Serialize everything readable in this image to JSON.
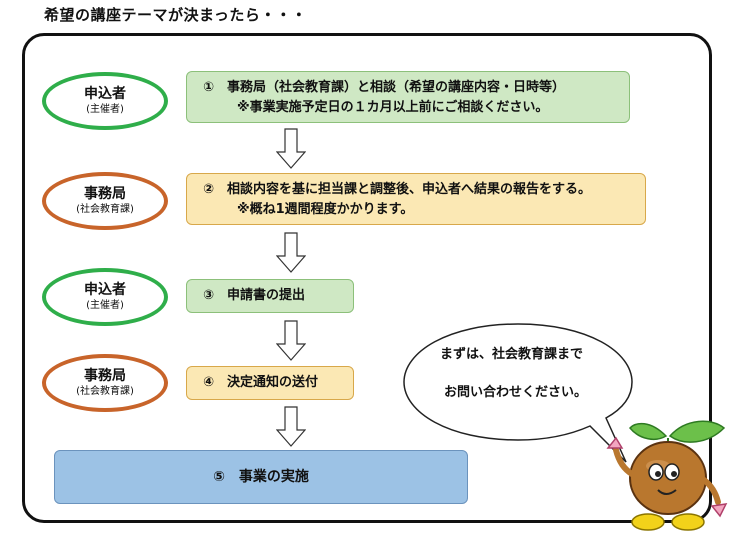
{
  "title": "希望の講座テーマが決まったら・・・",
  "steps": [
    {
      "actor": "申込者",
      "actor_sub": "(主催者)",
      "line1": "①　事務局（社会教育課）と相談（希望の講座内容・日時等）",
      "line2": "※事業実施予定日の１カ月以上前にご相談ください。"
    },
    {
      "actor": "事務局",
      "actor_sub": "(社会教育課)",
      "line1": "②　相談内容を基に担当課と調整後、申込者へ結果の報告をする。",
      "line2": "※概ね1週間程度かかります。"
    },
    {
      "actor": "申込者",
      "actor_sub": "(主催者)",
      "line1": "③　申請書の提出"
    },
    {
      "actor": "事務局",
      "actor_sub": "(社会教育課)",
      "line1": "④　決定通知の送付"
    }
  ],
  "final_step": "⑤　事業の実施",
  "bubble": {
    "line1": "まずは、社会教育課まで",
    "line2": "お問い合わせください。"
  },
  "colors": {
    "green_outline": "#2fae4a",
    "orange_outline": "#c8642a",
    "green_box": "#cfe8c4",
    "orange_box": "#fbe8b4",
    "blue_box": "#9cc2e5"
  },
  "icons": [
    "down-arrow-icon",
    "mascot-character-icon"
  ]
}
